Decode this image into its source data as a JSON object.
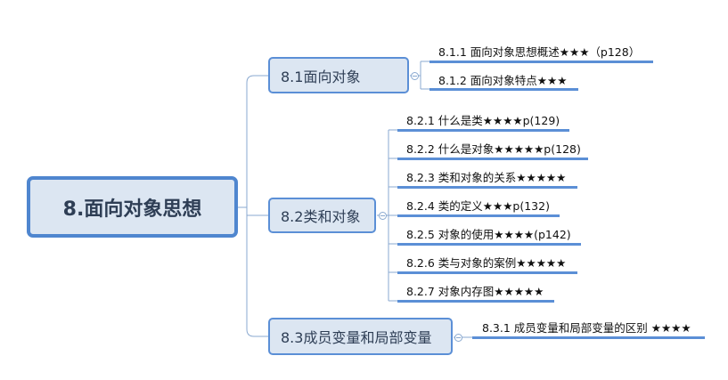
{
  "root": {
    "label": "8.面向对象思想"
  },
  "branches": [
    {
      "label": "8.1面向对象",
      "children": [
        "8.1.1 面向对象思想概述★★★（p128）",
        "8.1.2 面向对象特点★★★"
      ]
    },
    {
      "label": "8.2类和对象",
      "children": [
        "8.2.1 什么是类★★★★p(129)",
        "8.2.2 什么是对象★★★★★p(128)",
        "8.2.3 类和对象的关系★★★★★",
        "8.2.4 类的定义★★★p(132)",
        "8.2.5 对象的使用★★★★(p142)",
        "8.2.6 类与对象的案例★★★★★",
        "8.2.7 对象内存图★★★★★"
      ]
    },
    {
      "label": "8.3成员变量和局部变量",
      "children": [
        "8.3.1 成员变量和局部变量的区别 ★★★★"
      ]
    }
  ],
  "colors": {
    "accent": "#5b8fd6",
    "node_fill": "#dce6f2",
    "connector": "#8aa9d0"
  }
}
